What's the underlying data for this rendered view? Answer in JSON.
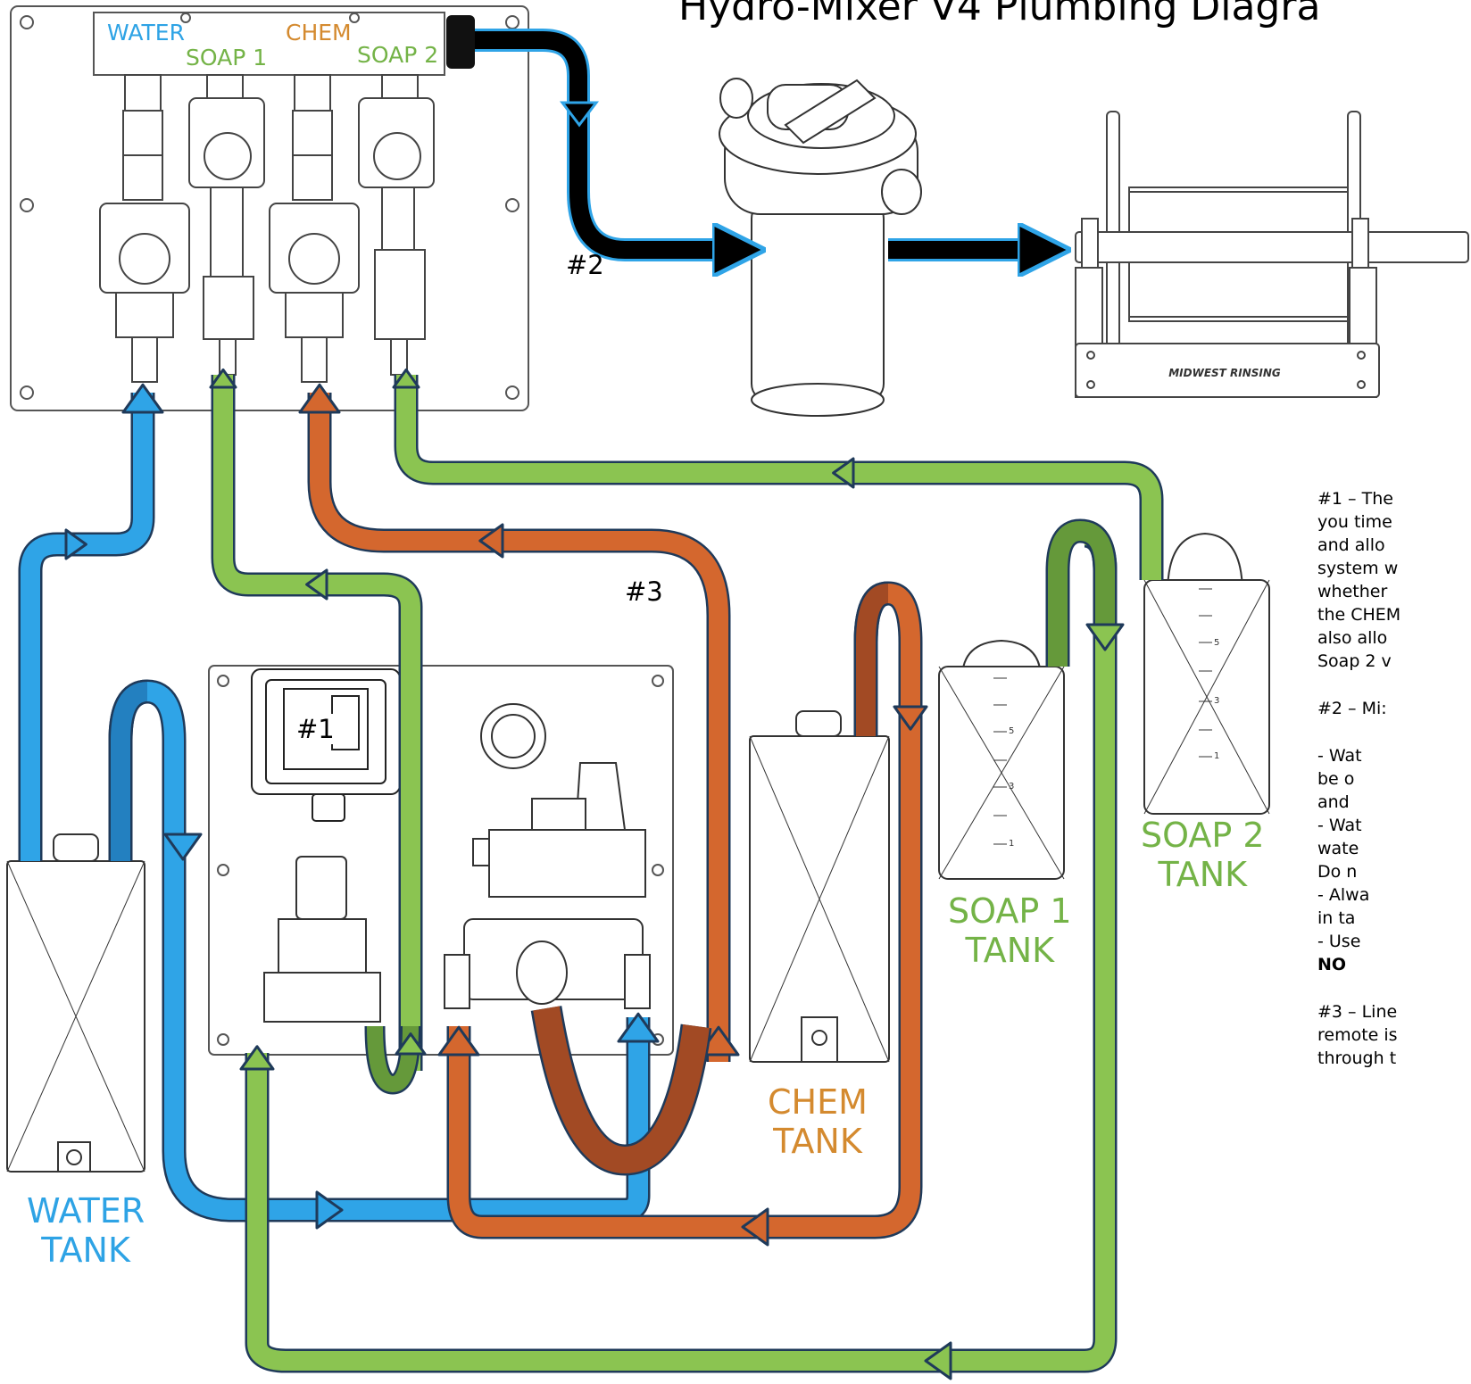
{
  "title": "Hydro-Mixer V4 Plumbing Diagra",
  "manifold": {
    "water": "WATER",
    "chem": "CHEM",
    "soap1": "SOAP 1",
    "soap2": "SOAP 2"
  },
  "tanks": {
    "water": [
      "WATER",
      "TANK"
    ],
    "chem": [
      "CHEM",
      "TANK"
    ],
    "soap1": [
      "SOAP 1",
      "TANK"
    ],
    "soap2": [
      "SOAP 2",
      "TANK"
    ]
  },
  "markers": {
    "m1": "#1",
    "m2": "#2",
    "m3": "#3"
  },
  "tank_scale": [
    "5",
    "3",
    "1"
  ],
  "reel_brand": "MIDWEST RINSING",
  "notes": [
    "#1 – The",
    "you time",
    "and allo",
    "system w",
    "whether",
    "the CHEM",
    "also allo",
    "Soap 2 v",
    "",
    "#2 – Mi:",
    "",
    "-     Wat",
    "       be o",
    "       and",
    "-     Wat",
    "       wate",
    "       Do n",
    "-     Alwa",
    "       in ta",
    "-     Use",
    "       NO",
    "",
    "#3 – Line",
    "remote is",
    "through t"
  ],
  "colors": {
    "water": "#2fa4e7",
    "water_dark": "#2380c0",
    "chem": "#d4672e",
    "chem_dark": "#a24a24",
    "soap": "#8bc451",
    "soap_dark": "#65993a",
    "outline": "#1f3a5a",
    "water_label": "#2ea3e5",
    "chem_label": "#d48a2f",
    "soap_label": "#74b347"
  }
}
